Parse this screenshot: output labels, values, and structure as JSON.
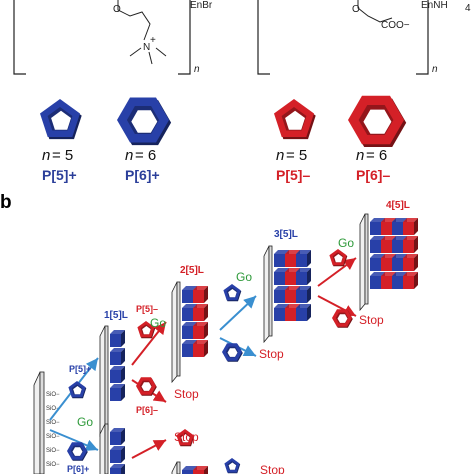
{
  "panel_a": {
    "polymer_cation": {
      "counterion": "EnBr",
      "charge": "+",
      "atom": "N",
      "repeat": "n"
    },
    "polymer_anion": {
      "counterion": "EnNH",
      "counterion_sub": "4",
      "group": "COO−",
      "repeat": "n"
    },
    "rings": [
      {
        "id": "p5plus",
        "n_label": "n",
        "n_value": "= 5",
        "name": "P[5]+",
        "color": "#2840a8"
      },
      {
        "id": "p6plus",
        "n_label": "n",
        "n_value": "= 6",
        "name": "P[6]+",
        "color": "#2840a8"
      },
      {
        "id": "p5minus",
        "n_label": "n",
        "n_value": "= 5",
        "name": "P[5]–",
        "color": "#d42027"
      },
      {
        "id": "p6minus",
        "n_label": "n",
        "n_value": "= 6",
        "name": "P[6]–",
        "color": "#d42027"
      }
    ]
  },
  "panel_b": {
    "label": "b",
    "stages": [
      {
        "id": "s1",
        "label": "1[5]L"
      },
      {
        "id": "s2",
        "label": "2[5]L"
      },
      {
        "id": "s3",
        "label": "3[5]L"
      },
      {
        "id": "s4",
        "label": "4[5]L"
      }
    ],
    "step_labels": {
      "p5plus": "P[5]+",
      "p5minus": "P[5]–",
      "p6minus": "P[6]–",
      "p6plus": "P[6]+"
    },
    "go": "Go",
    "stop": "Stop",
    "surface_group": "SiO−"
  },
  "colors": {
    "blue": "#2840a8",
    "red": "#d42027",
    "green": "#2e9a3a",
    "arrow_blue": "#3a8fd0"
  }
}
